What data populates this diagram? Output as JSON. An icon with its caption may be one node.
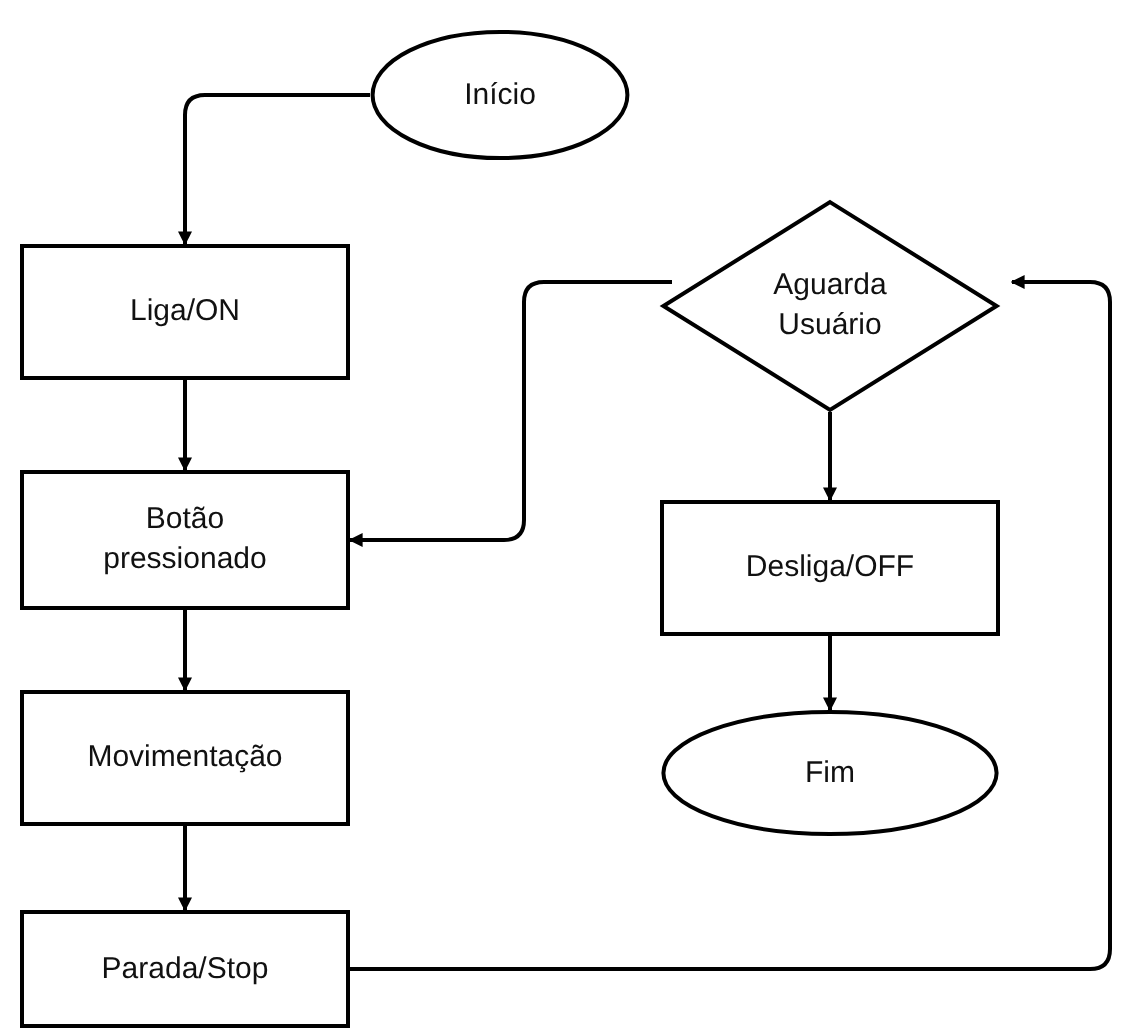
{
  "diagram": {
    "nodes": [
      {
        "text": [
          "Início"
        ]
      },
      {
        "text": [
          "Liga/ON"
        ]
      },
      {
        "text": [
          "Botão pressionado"
        ]
      },
      {
        "text": [
          "Movimentação"
        ]
      },
      {
        "text": [
          "Parada/Stop"
        ]
      },
      {
        "text": [
          "Aguarda Usuário"
        ]
      },
      {
        "text": [
          "Desliga/OFF"
        ]
      },
      {
        "text": [
          "Fim"
        ]
      }
    ],
    "edges": [
      {
        "from": 0,
        "to": 1,
        "arrow": "to"
      },
      {
        "from": 1,
        "to": 2,
        "arrow": "to"
      },
      {
        "from": 2,
        "to": 3,
        "arrow": "to"
      },
      {
        "from": 3,
        "to": 4,
        "arrow": "to"
      },
      {
        "from": 4,
        "to": 5,
        "arrow": "to"
      },
      {
        "from": 5,
        "to": 2,
        "arrow": "to"
      },
      {
        "from": 5,
        "to": 6,
        "arrow": "to"
      },
      {
        "from": 6,
        "to": 7,
        "arrow": "to"
      }
    ]
  }
}
